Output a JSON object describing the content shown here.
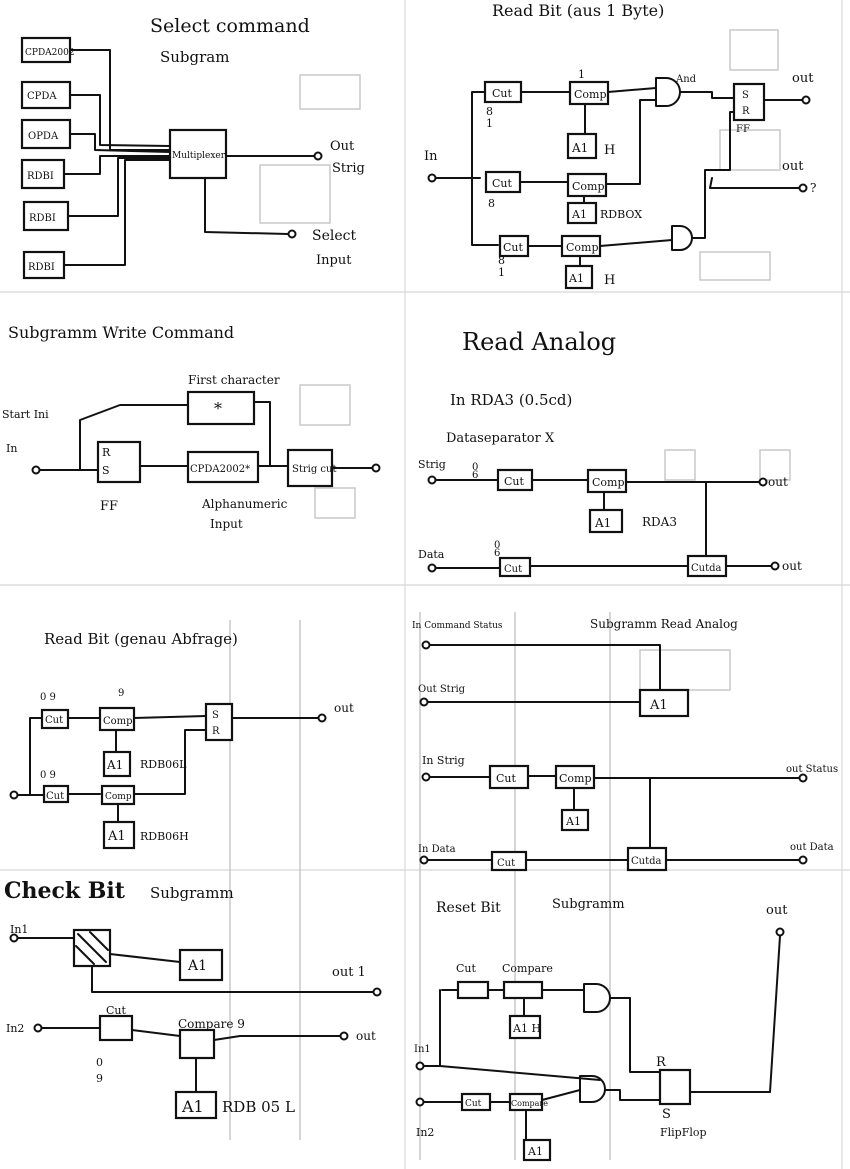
{
  "sheet": {
    "panels": {
      "select_command": {
        "title": "Select command",
        "subtitle": "Subgram",
        "inputs": [
          "CPDA2002",
          "CPDA",
          "OPDA",
          "RDBI",
          "RDBI",
          "RDBI"
        ],
        "block": "Multiplexer",
        "out_label": "Out",
        "out_label2": "Strig",
        "select_label": "Select",
        "select_label2": "Input"
      },
      "read_bit_byte": {
        "title": "Read Bit  (aus 1 Byte)",
        "in_label": "In",
        "out_label": "out",
        "out2_label": "out",
        "out2_mark": "?",
        "cut": "Cut",
        "comp": "Comp",
        "a1": "A1",
        "h": "H",
        "rdbox": "RDBOX",
        "and": "And",
        "ff": "FF",
        "s": "S",
        "r": "R",
        "n8": "8",
        "n1": "1"
      },
      "write_command": {
        "title": "Subgramm  Write Command",
        "start": "Start Ini",
        "in": "In",
        "first_char_label": "First character",
        "star": "*",
        "cpda": "CPDA2002*",
        "alpha": "Alphanumeric",
        "input": "Input",
        "r": "R",
        "s": "S",
        "ff": "FF",
        "strig_cut": "Strig cut"
      },
      "read_analog": {
        "title": "Read Analog",
        "sub1": "In  RDA3 (0.5cd)",
        "sub2": "Dataseparator X",
        "strig": "Strig",
        "data": "Data",
        "cut": "Cut",
        "comp": "Comp",
        "a1": "A1",
        "rda3": "RDA3",
        "out": "out",
        "cutdata": "Cutda",
        "n0": "0",
        "n6": "6"
      },
      "read_bit_lower": {
        "title": "Read Bit  (genau Abfrage)",
        "n9": "9",
        "n09": "0 9",
        "cut": "Cut",
        "comp": "Comp",
        "a1": "A1",
        "rdb": "RDB06L",
        "rdb2": "RDB06H",
        "s": "S",
        "r": "R",
        "out": "out"
      },
      "subgram_read_analog": {
        "title": "Subgramm  Read Analog",
        "in_cmd": "In Command Status",
        "out_strig": "Out Strig",
        "in_strig": "In Strig",
        "in_data": "In Data",
        "cut": "Cut",
        "comp": "Comp",
        "a1": "A1",
        "cutda": "Cutda",
        "out_status": "out Status",
        "out_data": "out Data"
      },
      "check_bit": {
        "title": "Check Bit",
        "subtitle": "Subgramm",
        "in1": "In1",
        "in2": "In2",
        "a1": "A1",
        "out1": "out 1",
        "cut": "Cut",
        "compare": "Compare 9",
        "n0": "0",
        "n9": "9",
        "out": "out",
        "rdb": "RDB 05 L"
      },
      "reset_bit": {
        "title": "Reset Bit",
        "subtitle": "Subgramm",
        "out": "out",
        "cut": "Cut",
        "compare": "Compare",
        "a1h": "A1 H",
        "in1": "In1",
        "in2": "In2",
        "r": "R",
        "s": "S",
        "ff": "FlipFlop",
        "a1": "A1"
      }
    }
  }
}
